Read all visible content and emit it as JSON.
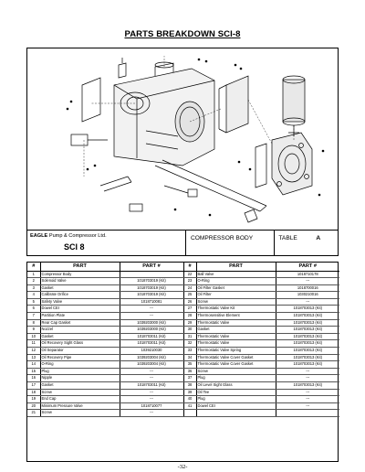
{
  "page": {
    "title": "PARTS BREAKDOWN SCI-8",
    "page_number": "-32-"
  },
  "title_block": {
    "company_brand": "EAGLE",
    "company_rest": " Pump & Compressor Ltd.",
    "model": "SCI 8",
    "section": "COMPRESSOR BODY",
    "table_label": "TABLE",
    "table_id": "A"
  },
  "parts_table": {
    "headers": [
      "#",
      "PART",
      "PART #",
      "#",
      "PART",
      "PART #"
    ],
    "rows": [
      [
        "1",
        "Compressor Body",
        "",
        "22",
        "Ball Valve",
        "1018710178"
      ],
      [
        "2",
        "Solenoid Valve",
        "1018703019 (Kit)",
        "23",
        "O-Ring",
        "---"
      ],
      [
        "3",
        "Gasket",
        "1018703019 (Kit)",
        "24",
        "Oil Filter Gasket",
        "1018700016"
      ],
      [
        "4",
        "Calibrate Orifice",
        "1018703019 (Kit)",
        "25",
        "Oil Filter",
        "1030210016"
      ],
      [
        "5",
        "Safety Valve",
        "1018710081",
        "26",
        "Screw",
        "---"
      ],
      [
        "6",
        "Dowel CEI",
        "---",
        "27",
        "Thermostatic Valve Kit",
        "1018703013 (Kit)"
      ],
      [
        "7",
        "Partition Plate",
        "---",
        "28",
        "Thermosensitive Element",
        "1018703013 (Kit)"
      ],
      [
        "8",
        "Rear Cap Gasket",
        "1039203000 (Kit)",
        "29",
        "Thermostatic Valve",
        "1018703013 (Kit)"
      ],
      [
        "9",
        "Nozzel",
        "1039203000 (Kit)",
        "30",
        "Gasket",
        "1018703013 (Kit)"
      ],
      [
        "10",
        "Gasket",
        "1018703011 (Kit)",
        "31",
        "Thermostatic Valve",
        "1018703013 (Kit)"
      ],
      [
        "11",
        "Oil Recovery Sight Glass",
        "1018703011 (Kit)",
        "32",
        "Thermostatic Valve",
        "1018703013 (Kit)"
      ],
      [
        "12",
        "Oil Separator",
        "1039210030",
        "33",
        "Thermostatic Valve Spring",
        "1018703013 (Kit)"
      ],
      [
        "13",
        "Oil Recovery Pipe",
        "1039203004 (Kit)",
        "34",
        "Thermostatic Valve Cover Gasket",
        "1018703013 (Kit)"
      ],
      [
        "14",
        "O-Ring",
        "1039203004 (Kit)",
        "35",
        "Thermostatic Valve Cover Gasket",
        "1018703013 (Kit)"
      ],
      [
        "15",
        "Plug",
        "---",
        "36",
        "Screw",
        "---"
      ],
      [
        "16",
        "Nipple",
        "---",
        "37",
        "Plug",
        "---"
      ],
      [
        "17",
        "Gasket",
        "1018703011 (Kit)",
        "38",
        "Oil Level Sight Glass",
        "1018703013 (Kit)"
      ],
      [
        "18",
        "Screw",
        "---",
        "39",
        "Oil Tee",
        "---"
      ],
      [
        "19",
        "End Cap",
        "---",
        "40",
        "Plug",
        "---"
      ],
      [
        "20",
        "Minimum Pressure Valve",
        "1018710077",
        "41",
        "Dowel CEI",
        "---"
      ],
      [
        "21",
        "Screw",
        "---",
        "",
        "",
        ""
      ]
    ]
  }
}
